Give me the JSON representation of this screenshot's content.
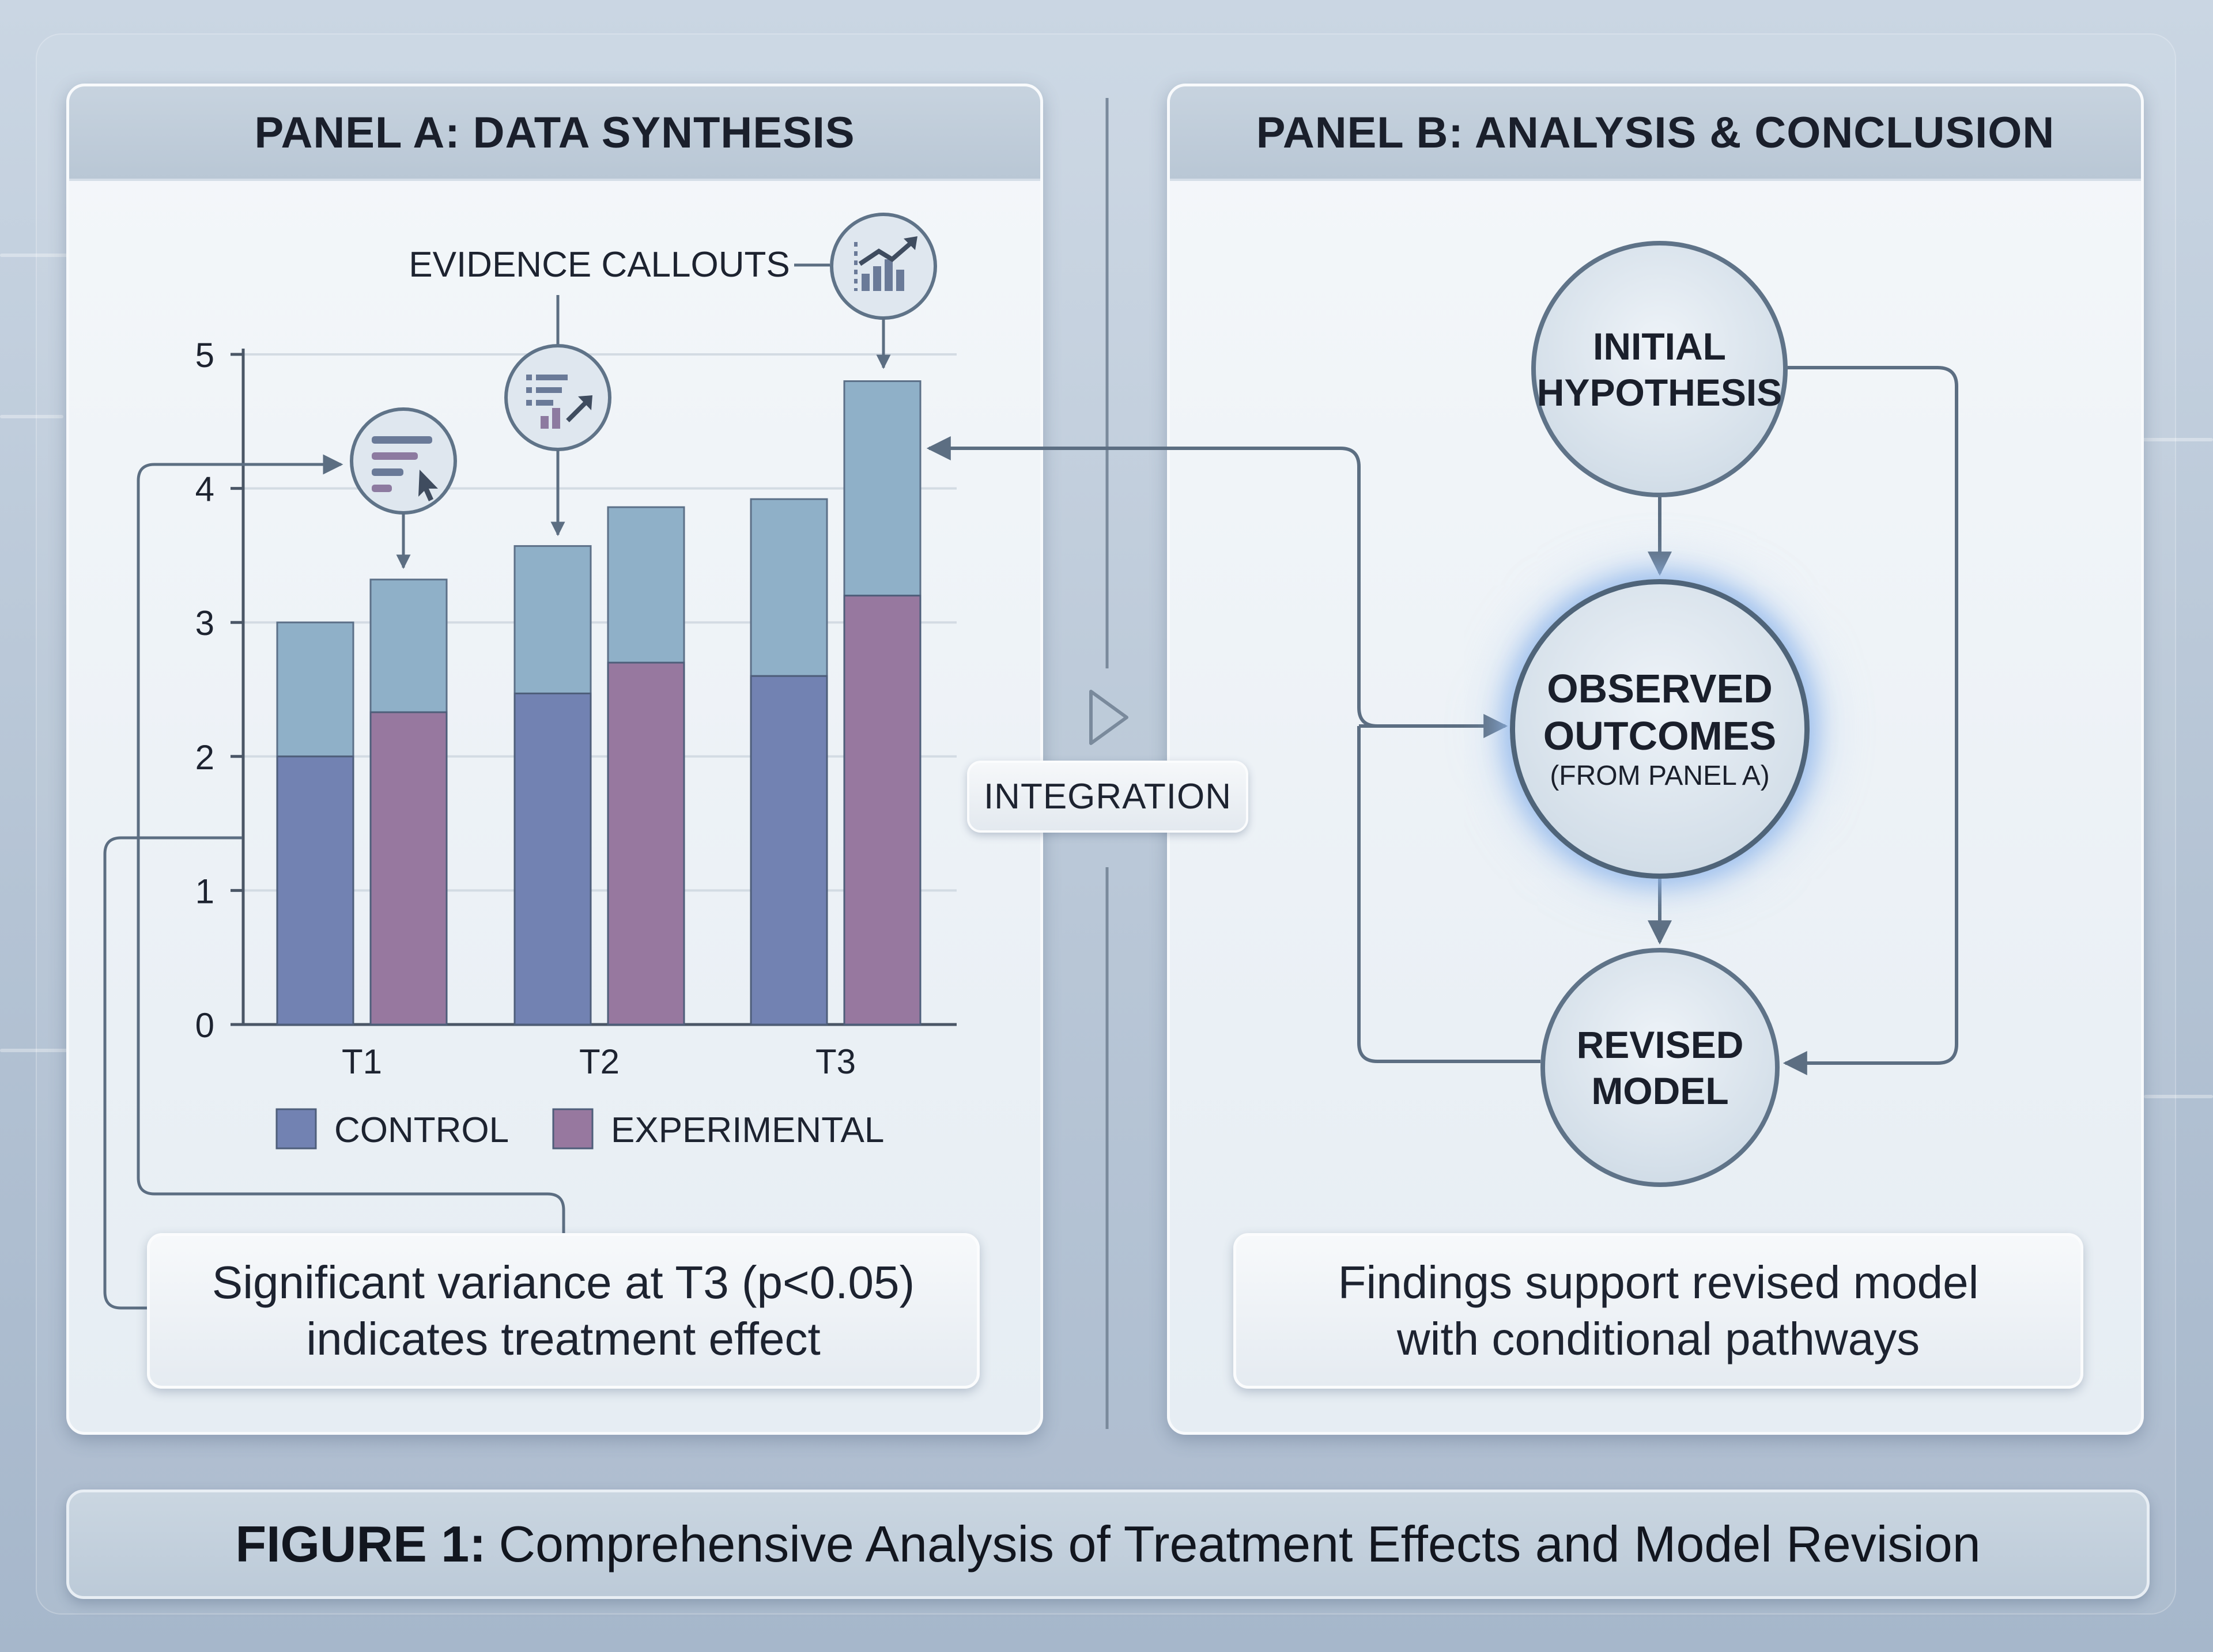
{
  "panel_a": {
    "title": "PANEL A: DATA SYNTHESIS"
  },
  "panel_b": {
    "title": "PANEL B: ANALYSIS & CONCLUSION"
  },
  "evidence_label": "EVIDENCE CALLOUTS",
  "integration_label": "INTEGRATION",
  "chart_data": {
    "type": "bar",
    "stacked_segments": true,
    "categories": [
      "T1",
      "T2",
      "T3"
    ],
    "series": [
      {
        "name": "CONTROL",
        "base": [
          2.0,
          2.47,
          2.6
        ],
        "total": [
          3.0,
          3.57,
          3.92
        ]
      },
      {
        "name": "EXPERIMENTAL",
        "base": [
          2.33,
          2.7,
          3.2
        ],
        "total": [
          3.32,
          3.86,
          4.8
        ]
      }
    ],
    "ylim": [
      0,
      5
    ],
    "yticks": [
      "0",
      "1",
      "2",
      "3",
      "4",
      "5"
    ],
    "grid": true,
    "legend_position": "bottom",
    "colors": {
      "control": "#7282b2",
      "experimental": "#97789f",
      "upper": "#8fb0c8"
    }
  },
  "diagram": {
    "initial": [
      "INITIAL",
      "HYPOTHESIS"
    ],
    "observed": [
      "OBSERVED",
      "OUTCOMES"
    ],
    "observed_sub": "(FROM PANEL A)",
    "revised": [
      "REVISED",
      "MODEL"
    ]
  },
  "notes": {
    "significance": [
      "Significant variance at T3 (p<0.05)",
      "indicates treatment effect"
    ],
    "findings": [
      "Findings support revised model",
      "with conditional pathways"
    ]
  },
  "caption": {
    "prefix": "FIGURE 1:",
    "text": "Comprehensive Analysis of Treatment Effects and Model Revision"
  },
  "icons": [
    "filter-list-icon",
    "list-chart-icon",
    "trend-chart-icon",
    "play-triangle-icon"
  ]
}
